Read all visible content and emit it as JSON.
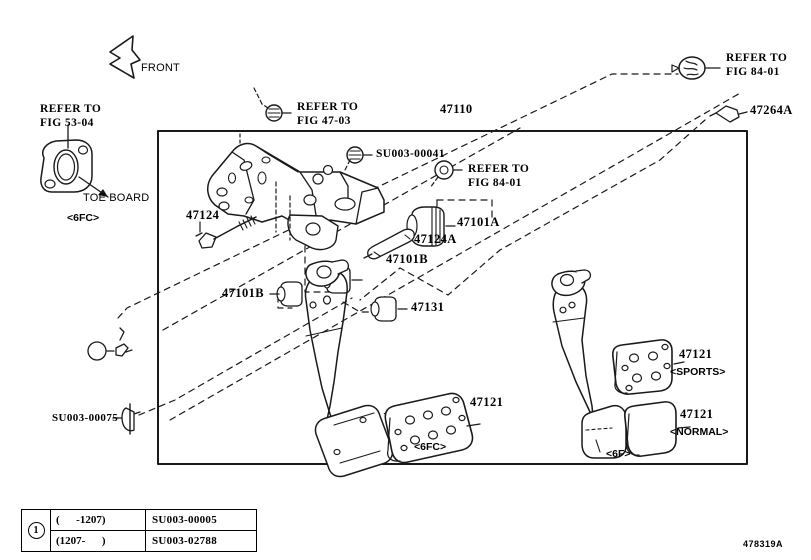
{
  "diagram": {
    "id_code": "478319A",
    "title_part": "47110",
    "orientation_label": "FRONT"
  },
  "labels": {
    "front": "FRONT",
    "refer_53_04_line1": "REFER TO",
    "refer_53_04_line2": "FIG 53-04",
    "toe_board": "TOE BOARD",
    "toe_board_variant": "<6FC>",
    "refer_47_03_line1": "REFER TO",
    "refer_47_03_line2": "FIG 47-03",
    "su003_00041": "SU003-00041",
    "refer_84_01_mid_line1": "REFER TO",
    "refer_84_01_mid_line2": "FIG 84-01",
    "refer_84_01_top_line1": "REFER TO",
    "refer_84_01_top_line2": "FIG 84-01",
    "part_47110": "47110",
    "part_47264a": "47264A",
    "part_47124": "47124",
    "part_47101a": "47101A",
    "part_47124a": "47124A",
    "part_47101b_right": "47101B",
    "part_47101b_left": "47101B",
    "part_47131": "47131",
    "part_47121_main": "47121",
    "variant_6fc_main": "<6FC>",
    "part_47121_sports": "47121",
    "variant_sports": "<SPORTS>",
    "part_47121_normal": "47121",
    "variant_normal": "<NORMAL>",
    "variant_6f": "<6F>",
    "su003_00075": "SU003-00075",
    "callout_1": "1"
  },
  "legend_table": {
    "rows": [
      {
        "num": "1",
        "range": "(      -1207)",
        "part_no": "SU003-00005"
      },
      {
        "num": "",
        "range": "(1207-      )",
        "part_no": "SU003-02788"
      }
    ]
  },
  "colors": {
    "line": "#1a1a1a",
    "background": "#ffffff"
  }
}
